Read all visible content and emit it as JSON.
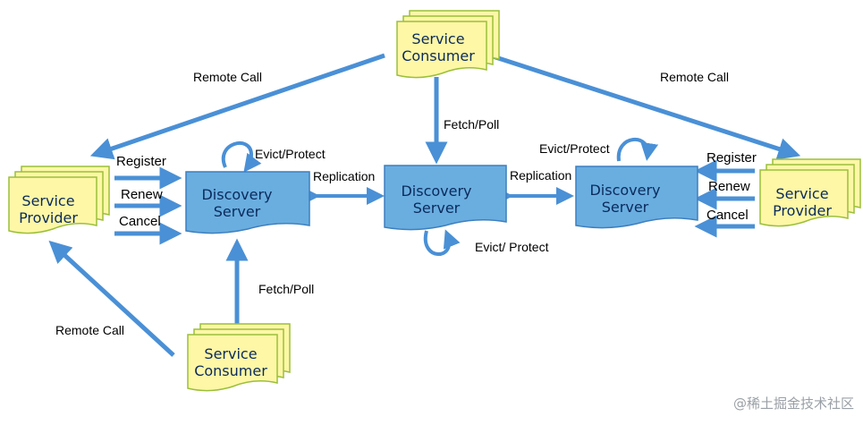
{
  "nodes": {
    "consumer_top": [
      "Service",
      "Consumer"
    ],
    "consumer_bottom": [
      "Service",
      "Consumer"
    ],
    "provider_left": [
      "Service",
      "Provider"
    ],
    "provider_right": [
      "Service",
      "Provider"
    ],
    "server_left": [
      "Discovery",
      "Server"
    ],
    "server_center": [
      "Discovery",
      "Server"
    ],
    "server_right": [
      "Discovery",
      "Server"
    ]
  },
  "labels": {
    "remote_call_top_left": "Remote Call",
    "remote_call_top_right": "Remote Call",
    "remote_call_bottom": "Remote Call",
    "fetch_poll_top": "Fetch/Poll",
    "fetch_poll_bottom": "Fetch/Poll",
    "evict_left": "Evict/Protect",
    "evict_right": "Evict/Protect",
    "evict_center": "Evict/ Protect",
    "replication_left": "Replication",
    "replication_right": "Replication",
    "register_left": "Register",
    "renew_left": "Renew",
    "cancel_left": "Cancel",
    "register_right": "Register",
    "renew_right": "Renew",
    "cancel_right": "Cancel"
  },
  "watermark": "@稀土掘金技术社区",
  "colors": {
    "arrow": "#4a90d6",
    "server_fill": "#6aaee0",
    "server_stroke": "#3d7fbf",
    "doc_fill": "#fdf7a6",
    "doc_stroke": "#9bbf3a"
  }
}
